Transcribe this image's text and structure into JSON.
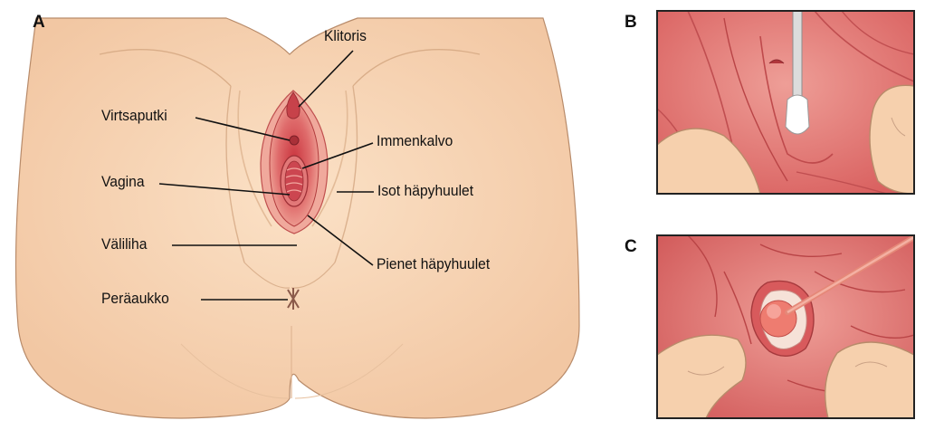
{
  "panels": {
    "a": {
      "letter": "A"
    },
    "b": {
      "letter": "B"
    },
    "c": {
      "letter": "C"
    }
  },
  "labels": {
    "clitoris": "Klitoris",
    "urethra": "Virtsaputki",
    "hymen": "Immenkalvo",
    "vagina": "Vagina",
    "labia_majora": "Isot häpyhuulet",
    "perineum": "Väliliha",
    "labia_minora": "Pienet häpyhuulet",
    "anus": "Peräaukko"
  },
  "colors": {
    "skin": "#f6d0ad",
    "skin_outline": "#b88b6a",
    "mucosa": "#d9605f",
    "mucosa_light": "#e88a84",
    "mucosa_dark": "#b23c3e",
    "panel_border": "#222222",
    "swab_white": "#ffffff"
  }
}
